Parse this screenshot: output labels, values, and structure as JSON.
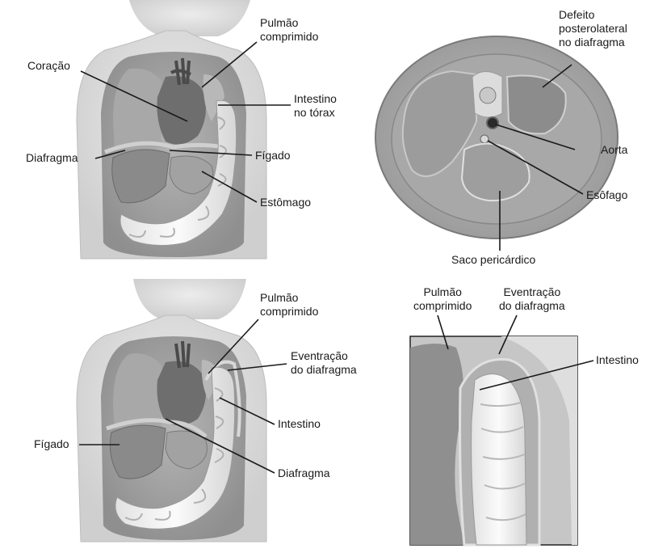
{
  "panel_a": {
    "labels": {
      "pulmao_line1": "Pulmão",
      "pulmao_line2": "comprimido",
      "coracao": "Coração",
      "intestino_line1": "Intestino",
      "intestino_line2": "no tórax",
      "diafragma": "Diafragma",
      "figado": "Fígado",
      "estomago": "Estômago"
    }
  },
  "panel_b": {
    "labels": {
      "defeito_line1": "Defeito",
      "defeito_line2": "posterolateral",
      "defeito_line3": "no diafragma",
      "aorta": "Aorta",
      "esofago": "Esôfago",
      "saco": "Saco pericárdico"
    }
  },
  "panel_c": {
    "labels": {
      "pulmao_line1": "Pulmão",
      "pulmao_line2": "comprimido",
      "eventracao_line1": "Eventração",
      "eventracao_line2": "do diafragma",
      "intestino": "Intestino",
      "figado": "Fígado",
      "diafragma": "Diafragma"
    }
  },
  "panel_d": {
    "labels": {
      "pulmao_line1": "Pulmão",
      "pulmao_line2": "comprimido",
      "eventracao_line1": "Eventração",
      "eventracao_line2": "do diafragma",
      "intestino": "Intestino"
    }
  },
  "colors": {
    "skin": "#d9d9d9",
    "cavity": "#9e9e9e",
    "organ_dark": "#6e6e6e",
    "liver": "#8a8a8a",
    "bowel": "#f2f2f2",
    "line": "#1a1a1a"
  }
}
